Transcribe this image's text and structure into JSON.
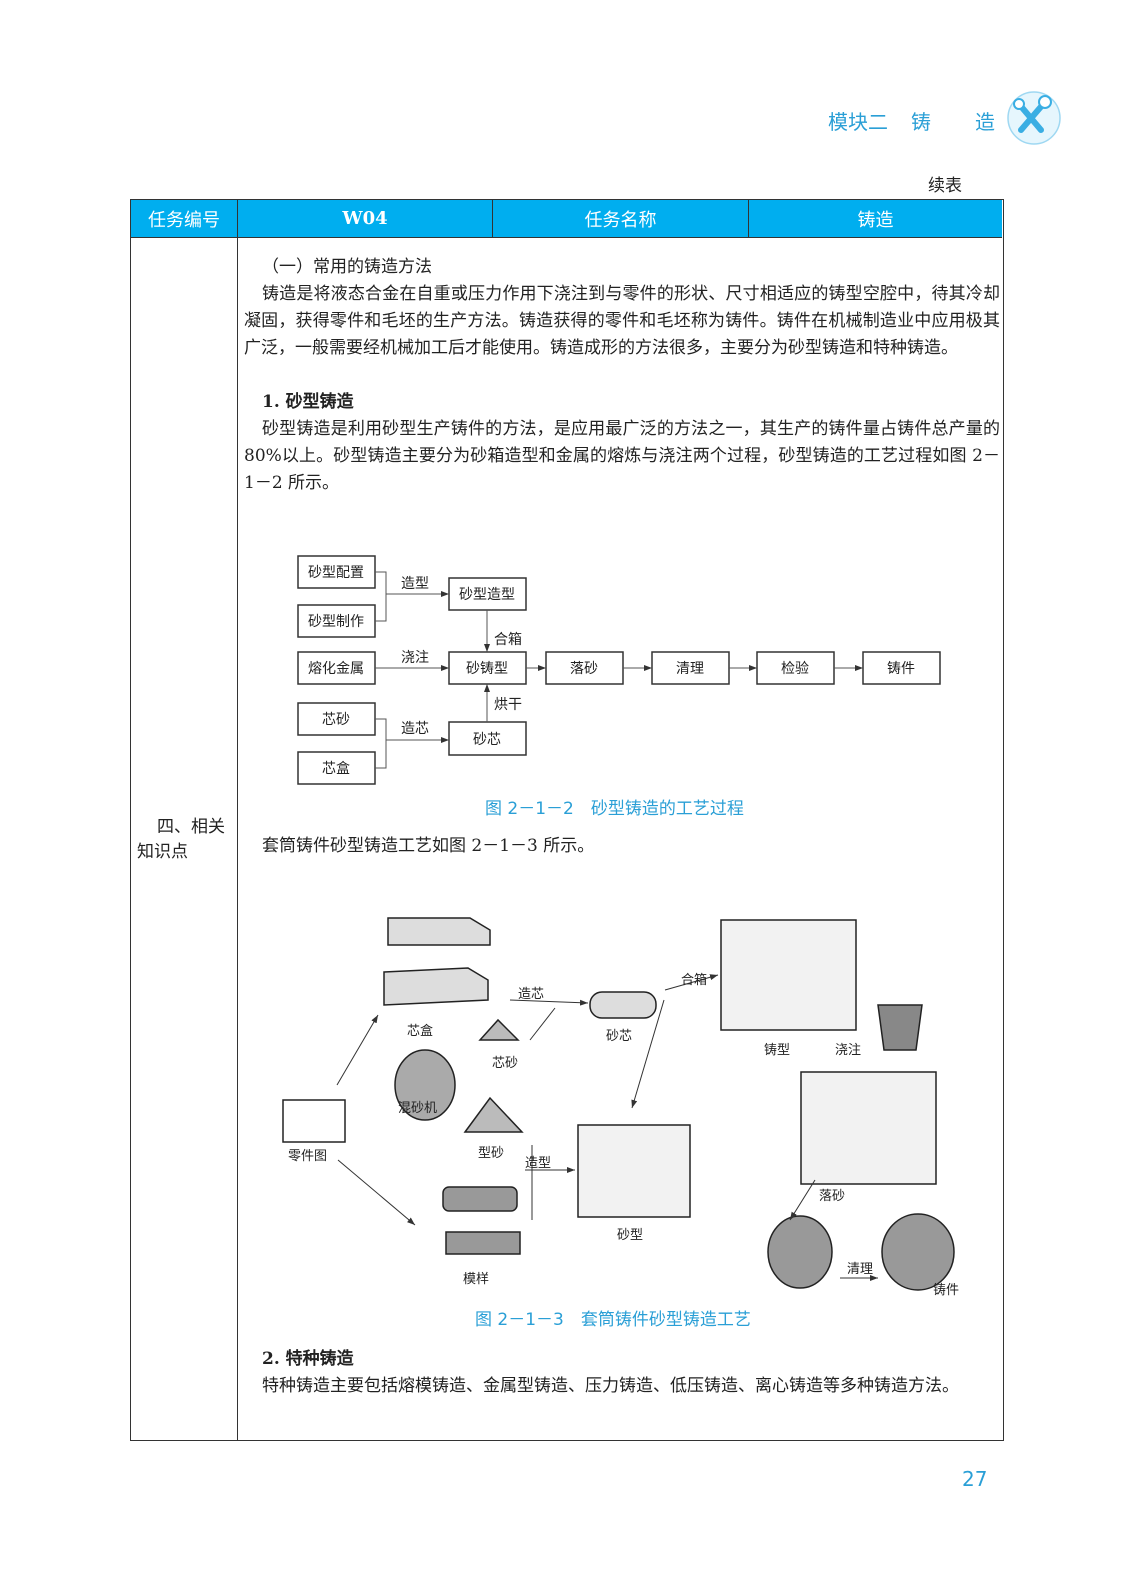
{
  "header": {
    "module": "模块二",
    "title_a": "铸",
    "title_b": "造",
    "continued": "续表"
  },
  "table": {
    "headers": [
      "任务编号",
      "W04",
      "任务名称",
      "铸造"
    ],
    "row_label": "四、相关知识点"
  },
  "content": {
    "section_title": "（一）常用的铸造方法",
    "para1": "铸造是将液态合金在自重或压力作用下浇注到与零件的形状、尺寸相适应的铸型空腔中，待其冷却凝固，获得零件和毛坯的生产方法。铸造获得的零件和毛坯称为铸件。铸件在机械制造业中应用极其广泛，一般需要经机械加工后才能使用。铸造成形的方法很多，主要分为砂型铸造和特种铸造。",
    "sub1": "1. 砂型铸造",
    "para2": "砂型铸造是利用砂型生产铸件的方法，是应用最广泛的方法之一，其生产的铸件量占铸件总产量的 80%以上。砂型铸造主要分为砂箱造型和金属的熔炼与浇注两个过程，砂型铸造的工艺过程如图 2－1－2 所示。",
    "fig1_caption": "图 2－1－2　砂型铸造的工艺过程",
    "para3": "套筒铸件砂型铸造工艺如图 2－1－3 所示。",
    "fig2_caption": "图 2－1－3　套筒铸件砂型铸造工艺",
    "sub2": "2. 特种铸造",
    "para4": "特种铸造主要包括熔模铸造、金属型铸造、压力铸造、低压铸造、离心铸造等多种铸造方法。"
  },
  "flowchart": {
    "boxes": [
      "砂型配置",
      "砂型制作",
      "熔化金属",
      "芯砂",
      "芯盒",
      "砂型造型",
      "砂铸型",
      "砂芯",
      "落砂",
      "清理",
      "检验",
      "铸件"
    ],
    "edge_labels": [
      "造型",
      "合箱",
      "浇注",
      "烘干",
      "造芯"
    ]
  },
  "illustration": {
    "labels": [
      "造芯",
      "砂芯",
      "芯盒",
      "芯砂",
      "混砂机",
      "型砂",
      "造型",
      "零件图",
      "砂型",
      "模样",
      "合箱",
      "铸型",
      "浇注",
      "落砂",
      "清理",
      "铸件"
    ]
  },
  "page_number": "27"
}
